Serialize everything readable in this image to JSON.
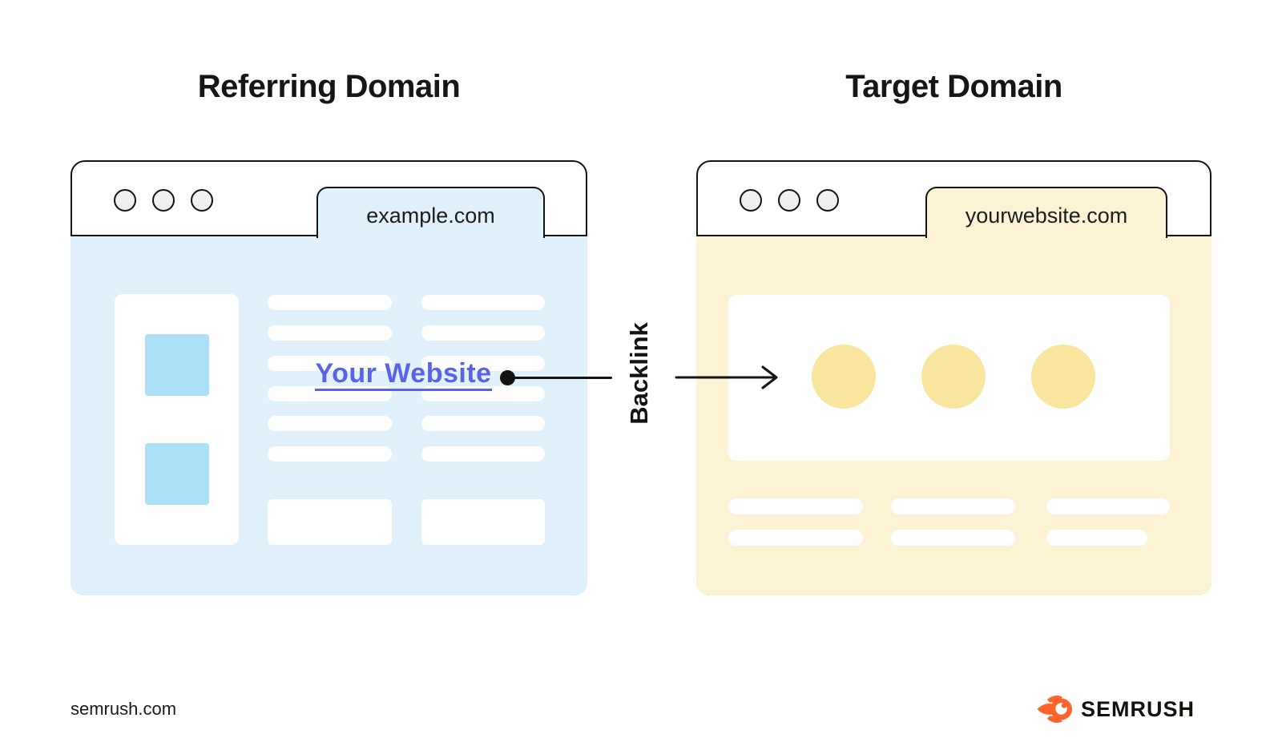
{
  "left_window": {
    "title": "Referring Domain",
    "tab_label": "example.com",
    "link_text": "Your Website"
  },
  "right_window": {
    "title": "Target Domain",
    "tab_label": "yourwebsite.com"
  },
  "connector": {
    "label": "Backlink"
  },
  "footer": {
    "source_label": "semrush.com",
    "brand_name": "SEMRUSH"
  },
  "colors": {
    "referring_fill": "#E0F1FC",
    "referring_accent": "#ABE0F8",
    "target_fill": "#FBF3D3",
    "target_accent": "#FAE59E",
    "link_color": "#5A63E8",
    "ink": "#131313",
    "window_control_fill": "#EFEFEF",
    "brand_orange": "#FF642D"
  },
  "icons": {
    "window_controls": "traffic-light-circles",
    "brand_mark": "semrush-flame-ball"
  }
}
